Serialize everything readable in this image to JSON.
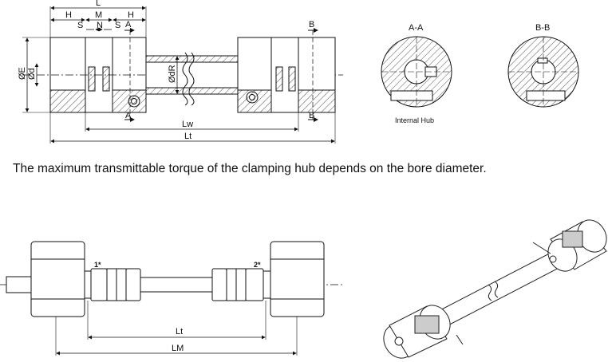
{
  "caption": "The maximum transmittable torque of the clamping hub depends on the bore diameter.",
  "top_drawing": {
    "dim_L": "L",
    "dim_H_left": "H",
    "dim_M": "M",
    "dim_H_right": "H",
    "dim_S_left": "S",
    "dim_N": "N",
    "dim_S_right": "S",
    "section_A_top": "A",
    "section_A_bottom": "A",
    "section_B_top": "B",
    "section_B_bottom": "B",
    "dim_E": "ØE",
    "dim_d": "Ød",
    "dim_dR": "ØdR",
    "dim_Lw": "Lw",
    "dim_Lt": "Lt"
  },
  "sections": {
    "aa_title": "A-A",
    "bb_title": "B-B",
    "internal_hub": "Internal Hub"
  },
  "bottom_drawing": {
    "marker_1": "1*",
    "marker_2": "2*",
    "dim_Lt": "Lt",
    "dim_LM": "LM"
  }
}
